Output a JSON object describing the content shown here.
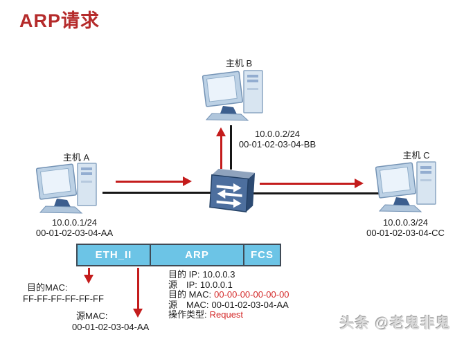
{
  "title": {
    "text": "ARP请求"
  },
  "hosts": {
    "a": {
      "label": "主机 A",
      "ip": "10.0.0.1/24",
      "mac": "00-01-02-03-04-AA"
    },
    "b": {
      "label": "主机 B",
      "ip": "10.0.0.2/24",
      "mac": "00-01-02-03-04-BB"
    },
    "c": {
      "label": "主机 C",
      "ip": "10.0.0.3/24",
      "mac": "00-01-02-03-04-CC"
    }
  },
  "frame": {
    "fields": [
      "ETH_II",
      "ARP",
      "FCS"
    ]
  },
  "eth_detail": {
    "dst_mac_label": "目的MAC:",
    "dst_mac_value": "FF-FF-FF-FF-FF-FF",
    "src_mac_label": "源MAC:",
    "src_mac_value": "00-01-02-03-04-AA"
  },
  "arp_detail": {
    "lines": [
      {
        "label": "目的 IP:",
        "value": "10.0.0.3"
      },
      {
        "label": "源　IP:",
        "value": "10.0.0.1"
      },
      {
        "label": "目的 MAC:",
        "value": "00-00-00-00-00-00"
      },
      {
        "label": "源　MAC:",
        "value": "00-01-02-03-04-AA"
      },
      {
        "label": "操作类型:",
        "value": "Request"
      }
    ]
  },
  "watermark": {
    "text": "头条 @老鬼非鬼"
  },
  "icons": {
    "host": "desktop-computer-icon",
    "switch": "ethernet-switch-icon"
  },
  "colors": {
    "title_red": "#b52b2b",
    "arrow_red": "#c41c1c",
    "value_red": "#d42a2a",
    "frame_fill": "#6cc4e6",
    "frame_border": "#3f4a55",
    "switch_front": "#4d6f9e",
    "link_black": "#161616"
  }
}
